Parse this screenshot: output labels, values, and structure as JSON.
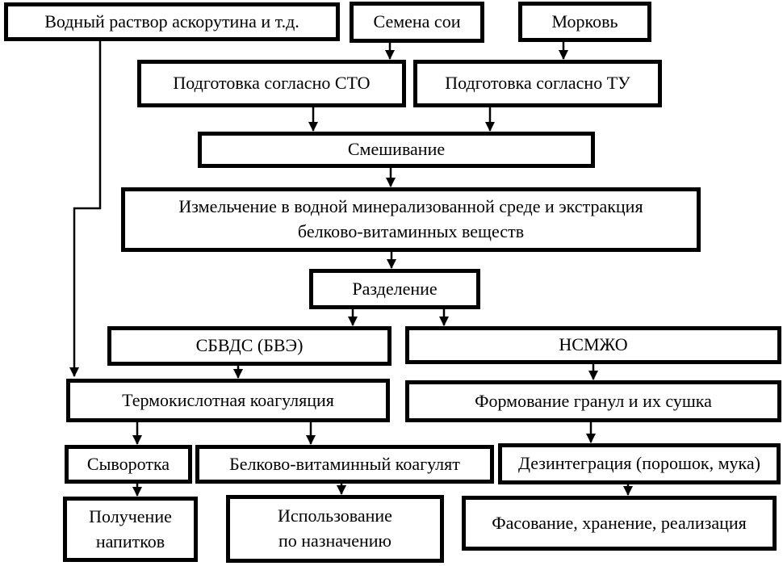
{
  "page": {
    "background": "#ffffff",
    "ink": "#000000"
  },
  "nodes": {
    "water_solution": {
      "label": "Водный раствор аскорутина и т.д."
    },
    "soy_seeds": {
      "label": "Семена сои"
    },
    "carrot": {
      "label": "Морковь"
    },
    "prep_sto": {
      "label": "Подготовка согласно СТО"
    },
    "prep_tu": {
      "label": "Подготовка согласно ТУ"
    },
    "mixing": {
      "label": "Смешивание"
    },
    "grinding": {
      "lines": [
        "Измельчение в водной минерализованной среде и экстракция",
        "белково-витаминных веществ"
      ]
    },
    "separation": {
      "label": "Разделение"
    },
    "sbvds": {
      "label": "СБВДС (БВЭ)"
    },
    "nsmzho": {
      "label": "НСМЖО"
    },
    "thermo_coagulation": {
      "label": "Термокислотная коагуляция"
    },
    "granule_forming": {
      "label": "Формование гранул и их сушка"
    },
    "whey": {
      "label": "Сыворотка"
    },
    "protein_coagulate": {
      "label": "Белково-витаминный коагулят"
    },
    "disintegration": {
      "label": "Дезинтеграция (порошок, мука)"
    },
    "beverage_production": {
      "lines": [
        "Получение",
        "напитков"
      ]
    },
    "intended_use": {
      "lines": [
        "Использование",
        "по назначению"
      ]
    },
    "packing_storage": {
      "label": "Фасование, хранение, реализация"
    }
  }
}
